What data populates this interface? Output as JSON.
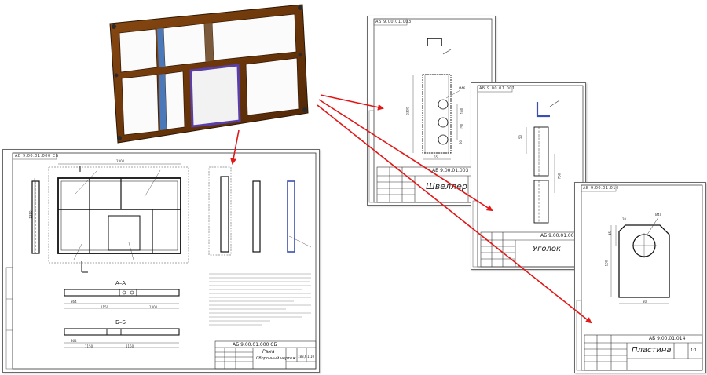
{
  "main_sheet": {
    "corner_code": "АБ 9.00.01.000 СБ",
    "doc_code": "АБ 9.00.01.000 СБ",
    "name_line1": "Рама",
    "name_line2": "Сборочный чертеж",
    "mass": "183,6",
    "scale": "1:10",
    "section_a": "А–А",
    "section_b": "Б–Б",
    "dim_top": "2300",
    "dim_left": "1350",
    "dim_a1": "864",
    "dim_a2": "1150",
    "dim_a3": "1300",
    "dim_b1": "864",
    "dim_b2": "1150",
    "dim_b3": "1150"
  },
  "channel_sheet": {
    "corner_code": "АБ 9.00.01.003",
    "doc_code": "АБ 9.00.01.003",
    "name": "Швеллер",
    "dim_length": "2300",
    "dim_width": "65",
    "dim_hole": "Ø46",
    "dim_h1": "100",
    "dim_h2": "150",
    "dim_h3": "50"
  },
  "angle_sheet": {
    "corner_code": "АБ 9.00.01.001",
    "doc_code": "АБ 9.00.01.001",
    "name": "Уголок",
    "dim_1": "50",
    "dim_2": "750"
  },
  "plate_sheet": {
    "corner_code": "АБ 9.00.01.014",
    "doc_code": "АБ 9.00.01.014",
    "name": "Пластина",
    "scale": "1:1",
    "dim_hole": "Ø40",
    "dim_width": "80",
    "dim_height": "100",
    "dim_chamfer": "20",
    "dim_side": "45"
  }
}
